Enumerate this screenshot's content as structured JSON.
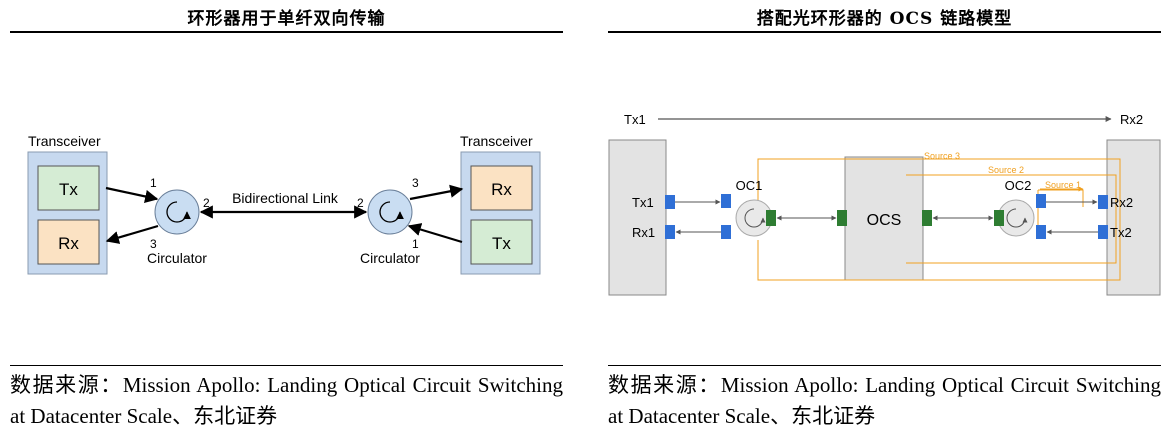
{
  "left": {
    "title": "环形器用于单纤双向传输",
    "source_note": "数据来源：Mission Apollo: Landing Optical Circuit Switching at Datacenter Scale、东北证券",
    "diagram": {
      "transceiver_left_label": "Transceiver",
      "transceiver_right_label": "Transceiver",
      "tx_label": "Tx",
      "rx_label": "Rx",
      "link_label": "Bidirectional Link",
      "circulator_label": "Circulator",
      "port_1": "1",
      "port_2": "2",
      "port_3": "3"
    }
  },
  "right": {
    "title": "搭配光环形器的 OCS 链路模型",
    "source_note": "数据来源：Mission Apollo: Landing Optical Circuit Switching at Datacenter Scale、东北证券",
    "diagram": {
      "top_left_label": "Tx1",
      "top_right_label": "Rx2",
      "tx1_label": "Tx1",
      "rx1_label": "Rx1",
      "rx2_label": "Rx2",
      "tx2_label": "Tx2",
      "oc1_label": "OC1",
      "oc2_label": "OC2",
      "ocs_label": "OCS",
      "source_3": "Source 3",
      "source_2": "Source 2",
      "source_1": "Source 1"
    }
  },
  "colors": {
    "transceiver_fill": "#c7d9ef",
    "tx_fill": "#d5ecd4",
    "rx_fill": "#fbe2c3",
    "circulator_fill": "#c9ddf2",
    "port_blue": "#2f6fd6",
    "port_green": "#2e7d32",
    "source_orange": "#f0a020",
    "box_gray": "#e3e3e3"
  }
}
